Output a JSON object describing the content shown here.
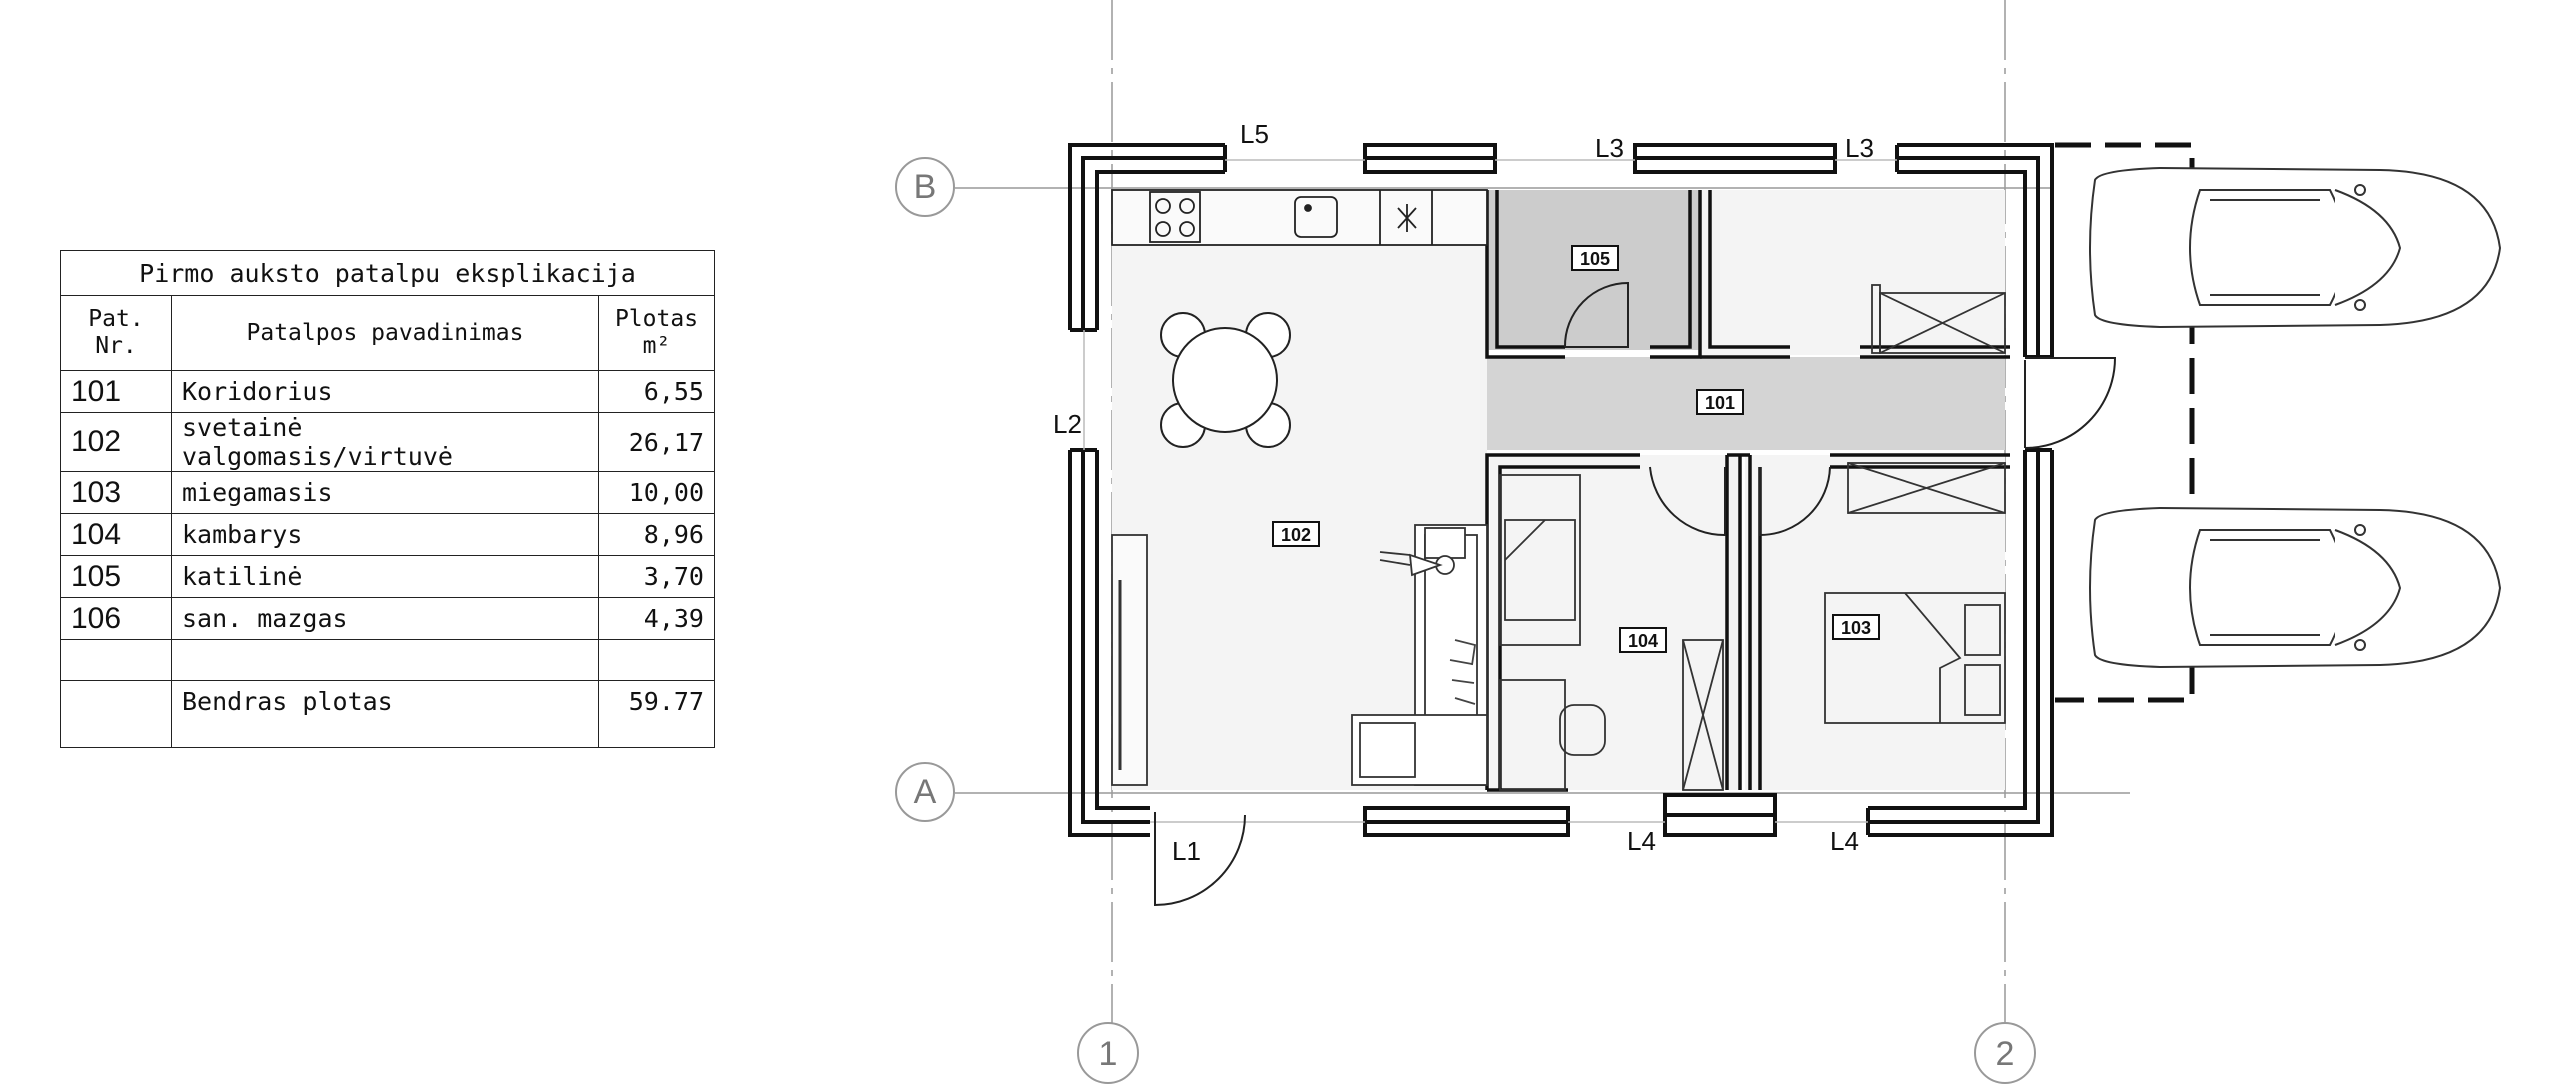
{
  "table": {
    "title": "Pirmo auksto patalpu eksplikacija",
    "headers": {
      "nr": "Pat.\nNr.",
      "name": "Patalpos pavadinimas",
      "area": "Plotas\nm²"
    },
    "rows": [
      {
        "nr": "101",
        "name": "Koridorius",
        "area": "6,55"
      },
      {
        "nr": "102",
        "name": "svetainė valgomasis/virtuvė",
        "area": "26,17"
      },
      {
        "nr": "103",
        "name": "miegamasis",
        "area": "10,00"
      },
      {
        "nr": "104",
        "name": "kambarys",
        "area": "8,96"
      },
      {
        "nr": "105",
        "name": "katilinė",
        "area": "3,70"
      },
      {
        "nr": "106",
        "name": "san. mazgas",
        "area": "4,39"
      }
    ],
    "total_label": "Bendras plotas",
    "total_value": "59.77"
  },
  "plan": {
    "axes": {
      "B": "B",
      "A": "A",
      "one": "1",
      "two": "2"
    },
    "window_labels": {
      "l5": "L5",
      "l3a": "L3",
      "l3b": "L3",
      "l2": "L2",
      "l1": "L1",
      "l4a": "L4",
      "l4b": "L4"
    },
    "room_tags": {
      "r101": "101",
      "r102": "102",
      "r103": "103",
      "r104": "104",
      "r105": "105"
    }
  },
  "colors": {
    "line": "#111111",
    "corridor": "#d4d4d4",
    "room": "#f2f2f2",
    "bath": "#cccccc",
    "grid": "#999999"
  }
}
